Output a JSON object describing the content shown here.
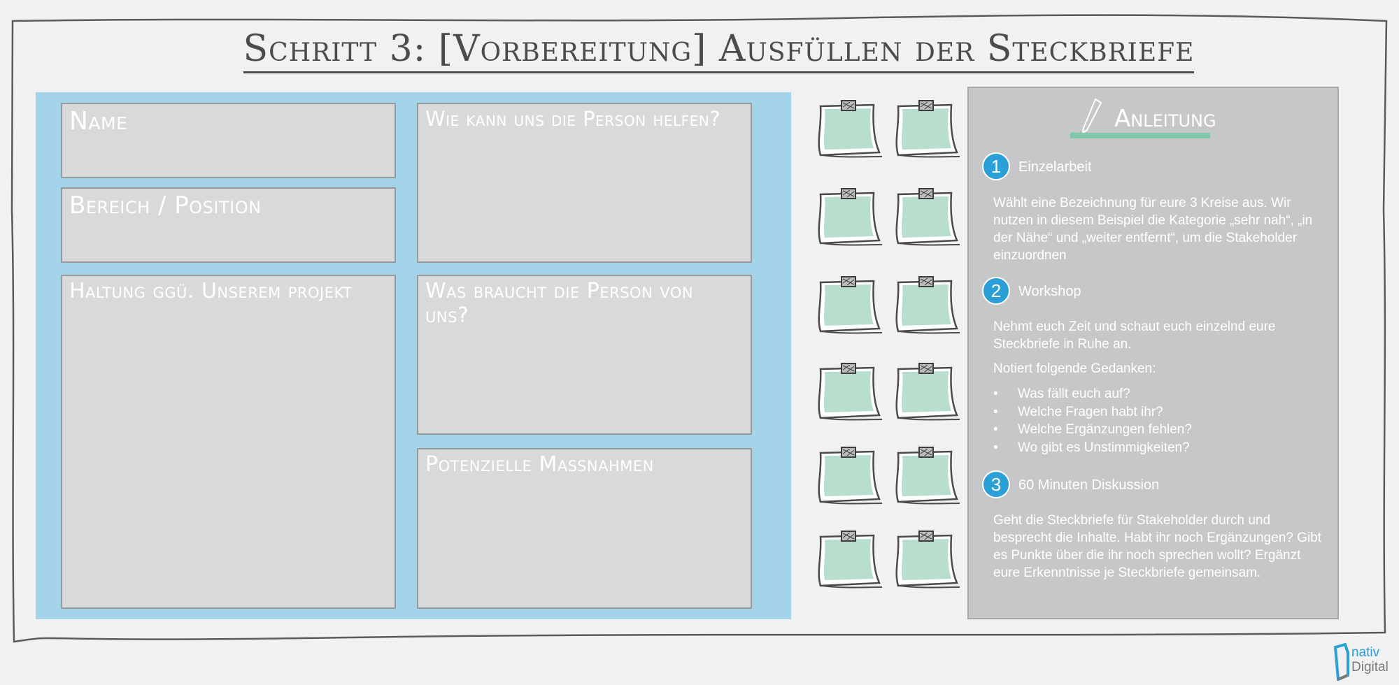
{
  "page": {
    "title": "Schritt 3: [Vorbereitung] Ausfüllen der Steckbriefe"
  },
  "profile_card": {
    "name_label": "Name",
    "bereich_label": "Bereich / Position",
    "haltung_label": "Haltung ggü. Unserem projekt",
    "helfen_label": "Wie kann uns die Person helfen?",
    "braucht_label": "Was braucht die Person von uns?",
    "massnahmen_label": "Potenzielle Maßnahmen"
  },
  "instructions": {
    "title": "Anleitung",
    "steps": [
      {
        "number": "1",
        "label": "Einzelarbeit",
        "text": "Wählt eine Bezeichnung für eure 3 Kreise aus. Wir nutzen in diesem Beispiel die Kategorie „sehr nah“, „in der Nähe“ und „weiter entfernt“, um die Stakeholder einzuordnen"
      },
      {
        "number": "2",
        "label": "Workshop",
        "text": "Nehmt euch Zeit und schaut euch einzelnd eure Steckbriefe in Ruhe an.",
        "text2": "Notiert folgende Gedanken:",
        "bullets": [
          "Was fällt euch auf?",
          "Welche Fragen habt ihr?",
          "Welche Ergänzungen fehlen?",
          "Wo gibt es Unstimmigkeiten?"
        ]
      },
      {
        "number": "3",
        "label": "60 Minuten Diskussion",
        "text": "Geht die Steckbriefe für Stakeholder durch und besprecht die Inhalte. Habt ihr noch Ergänzungen? Gibt es Punkte über die ihr noch sprechen wollt? Ergänzt eure Erkenntnisse je Steckbriefe gemeinsam."
      }
    ]
  },
  "logo": {
    "line1": "nativ",
    "line2": "Digital"
  },
  "colors": {
    "board": "#a3d4ea",
    "note": "#b8dfcd",
    "accent": "#2a9fd8",
    "panel": "#c6c7c9"
  },
  "sticky_note_icon": "sticky-note-icon"
}
